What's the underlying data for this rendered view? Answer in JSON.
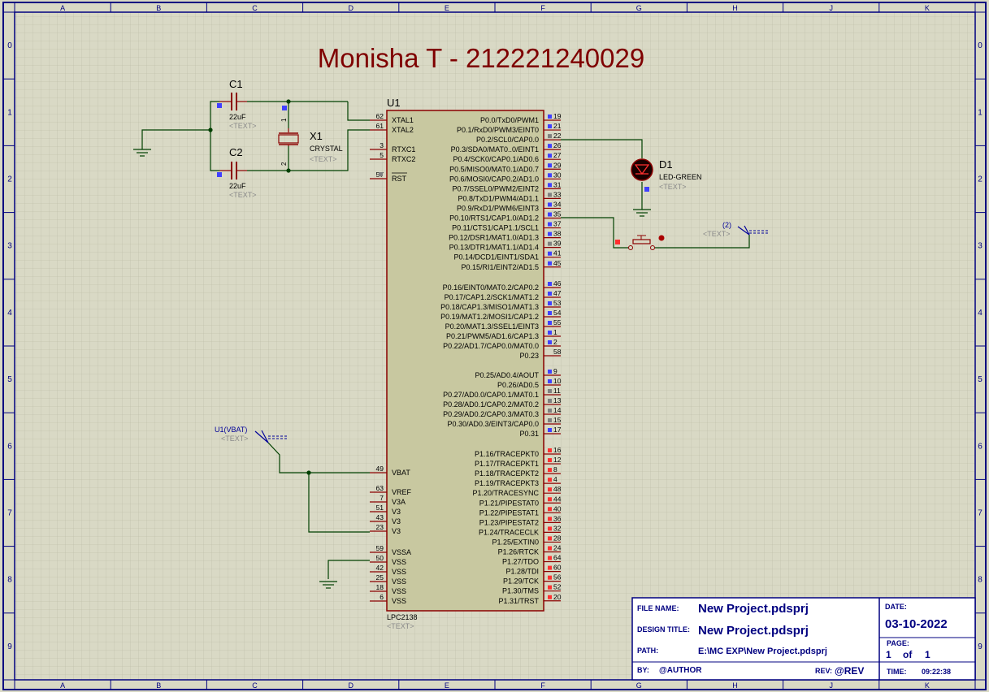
{
  "border": {
    "columns": [
      "A",
      "B",
      "C",
      "D",
      "E",
      "F",
      "G",
      "H",
      "J",
      "K"
    ],
    "rows": [
      "0",
      "1",
      "2",
      "3",
      "4",
      "5",
      "6",
      "7",
      "8",
      "9"
    ]
  },
  "title": "Monisha T - 212221240029",
  "colors": {
    "paper": "#d9d9c5",
    "border": "#000080",
    "wire": "#004000",
    "component": "#8b0000",
    "chip_fill": "#c8c8a0",
    "title": "#7f0000",
    "net_label": "#000099"
  },
  "components": {
    "c1": {
      "ref": "C1",
      "value": "22uF",
      "text": "<TEXT>"
    },
    "c2": {
      "ref": "C2",
      "value": "22uF",
      "text": "<TEXT>"
    },
    "x1": {
      "ref": "X1",
      "value": "CRYSTAL",
      "text": "<TEXT>",
      "pin1": "1",
      "pin2": "2"
    },
    "d1": {
      "ref": "D1",
      "value": "LED-GREEN",
      "text": "<TEXT>"
    },
    "u1": {
      "ref": "U1",
      "part": "LPC2138",
      "text": "<TEXT>"
    },
    "vbat_label": {
      "name": "U1(VBAT)",
      "text": "<TEXT>"
    },
    "term2": {
      "name": "(2)",
      "text": "<TEXT>"
    }
  },
  "u1_left_pins": [
    {
      "num": "62",
      "name": "XTAL1"
    },
    {
      "num": "61",
      "name": "XTAL2"
    },
    {
      "num": "3",
      "name": "RTXC1"
    },
    {
      "num": "5",
      "name": "RTXC2"
    },
    {
      "num": "57",
      "name": "RST"
    },
    {
      "num": "49",
      "name": "VBAT"
    },
    {
      "num": "63",
      "name": "VREF"
    },
    {
      "num": "7",
      "name": "V3A"
    },
    {
      "num": "51",
      "name": "V3"
    },
    {
      "num": "43",
      "name": "V3"
    },
    {
      "num": "23",
      "name": "V3"
    },
    {
      "num": "59",
      "name": "VSSA"
    },
    {
      "num": "50",
      "name": "VSS"
    },
    {
      "num": "42",
      "name": "VSS"
    },
    {
      "num": "25",
      "name": "VSS"
    },
    {
      "num": "18",
      "name": "VSS"
    },
    {
      "num": "6",
      "name": "VSS"
    }
  ],
  "u1_right_pins": [
    {
      "num": "19",
      "name": "P0.0/TxD0/PWM1"
    },
    {
      "num": "21",
      "name": "P0.1/RxD0/PWM3/EINT0"
    },
    {
      "num": "22",
      "name": "P0.2/SCL0/CAP0.0"
    },
    {
      "num": "26",
      "name": "P0.3/SDA0/MAT0..0/EINT1"
    },
    {
      "num": "27",
      "name": "P0.4/SCK0/CAP0.1/AD0.6"
    },
    {
      "num": "29",
      "name": "P0.5/MISO0/MAT0.1/AD0.7"
    },
    {
      "num": "30",
      "name": "P0.6/MOSI0/CAP0.2/AD1.0"
    },
    {
      "num": "31",
      "name": "P0.7/SSEL0/PWM2/EINT2"
    },
    {
      "num": "33",
      "name": "P0.8/TxD1/PWM4/AD1.1"
    },
    {
      "num": "34",
      "name": "P0.9/RxD1/PWM6/EINT3"
    },
    {
      "num": "35",
      "name": "P0.10/RTS1/CAP1.0/AD1.2"
    },
    {
      "num": "37",
      "name": "P0.11/CTS1/CAP1.1/SCL1"
    },
    {
      "num": "38",
      "name": "P0.12/DSR1/MAT1.0/AD1.3"
    },
    {
      "num": "39",
      "name": "P0.13/DTR1/MAT1.1/AD1.4"
    },
    {
      "num": "41",
      "name": "P0.14/DCD1/EINT1/SDA1"
    },
    {
      "num": "45",
      "name": "P0.15/RI1/EINT2/AD1.5"
    },
    {
      "num": "46",
      "name": "P0.16/EINT0/MAT0.2/CAP0.2"
    },
    {
      "num": "47",
      "name": "P0.17/CAP1.2/SCK1/MAT1.2"
    },
    {
      "num": "53",
      "name": "P0.18/CAP1.3/MISO1/MAT1.3"
    },
    {
      "num": "54",
      "name": "P0.19/MAT1.2/MOSI1/CAP1.2"
    },
    {
      "num": "55",
      "name": "P0.20/MAT1.3/SSEL1/EINT3"
    },
    {
      "num": "1",
      "name": "P0.21/PWM5/AD1.6/CAP1.3"
    },
    {
      "num": "2",
      "name": "P0.22/AD1.7/CAP0.0/MAT0.0"
    },
    {
      "num": "58",
      "name": "P0.23"
    },
    {
      "num": "9",
      "name": "P0.25/AD0.4/AOUT"
    },
    {
      "num": "10",
      "name": "P0.26/AD0.5"
    },
    {
      "num": "11",
      "name": "P0.27/AD0.0/CAP0.1/MAT0.1"
    },
    {
      "num": "13",
      "name": "P0.28/AD0.1/CAP0.2/MAT0.2"
    },
    {
      "num": "14",
      "name": "P0.29/AD0.2/CAP0.3/MAT0.3"
    },
    {
      "num": "15",
      "name": "P0.30/AD0.3/EINT3/CAP0.0"
    },
    {
      "num": "17",
      "name": "P0.31"
    },
    {
      "num": "16",
      "name": "P1.16/TRACEPKT0"
    },
    {
      "num": "12",
      "name": "P1.17/TRACEPKT1"
    },
    {
      "num": "8",
      "name": "P1.18/TRACEPKT2"
    },
    {
      "num": "4",
      "name": "P1.19/TRACEPKT3"
    },
    {
      "num": "48",
      "name": "P1.20/TRACESYNC"
    },
    {
      "num": "44",
      "name": "P1.21/PIPESTAT0"
    },
    {
      "num": "40",
      "name": "P1.22/PIPESTAT1"
    },
    {
      "num": "36",
      "name": "P1.23/PIPESTAT2"
    },
    {
      "num": "32",
      "name": "P1.24/TRACECLK"
    },
    {
      "num": "28",
      "name": "P1.25/EXTIN0"
    },
    {
      "num": "24",
      "name": "P1.26/RTCK"
    },
    {
      "num": "64",
      "name": "P1.27/TDO"
    },
    {
      "num": "60",
      "name": "P1.28/TDI"
    },
    {
      "num": "56",
      "name": "P1.29/TCK"
    },
    {
      "num": "52",
      "name": "P1.30/TMS"
    },
    {
      "num": "20",
      "name": "P1.31/TRST"
    }
  ],
  "title_block": {
    "file_name_label": "FILE NAME:",
    "file_name": "New Project.pdsprj",
    "design_title_label": "DESIGN TITLE:",
    "design_title": "New Project.pdsprj",
    "path_label": "PATH:",
    "path": "E:\\MC EXP\\New Project.pdsprj",
    "by_label": "BY:",
    "author": "@AUTHOR",
    "rev_label": "REV:",
    "rev": "@REV",
    "date_label": "DATE:",
    "date": "03-10-2022",
    "page_label": "PAGE:",
    "page_num": "1",
    "page_of": "of",
    "page_total": "1",
    "time_label": "TIME:",
    "time": "09:22:38"
  }
}
